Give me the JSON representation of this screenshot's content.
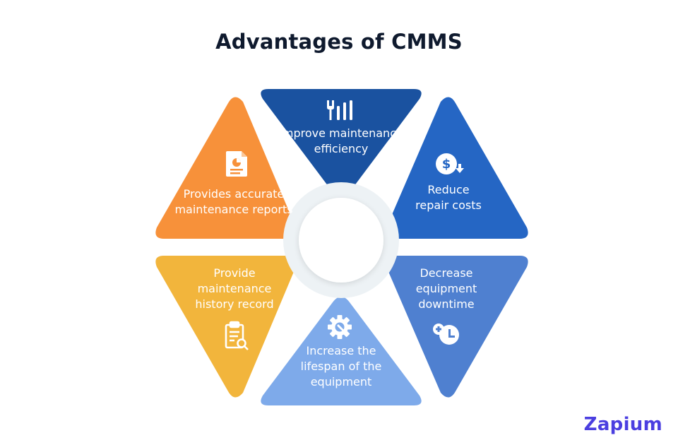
{
  "title": "Advantages of CMMS",
  "segments": [
    {
      "label": "Improve maintenance efficiency",
      "icon": "tools-icon",
      "color": "#1a52a0"
    },
    {
      "label": "Reduce repair costs",
      "icon": "dollar-down-icon",
      "color": "#2566c4"
    },
    {
      "label": "Decrease equipment downtime",
      "icon": "clock-icon",
      "color": "#4f80d0"
    },
    {
      "label": "Increase the lifespan of the equipment",
      "icon": "gear-icon",
      "color": "#7eaaea"
    },
    {
      "label": "Provide maintenance history record",
      "icon": "clipboard-icon",
      "color": "#f2b53c"
    },
    {
      "label": "Provides accurate maintenance reports",
      "icon": "report-icon",
      "color": "#f7913a"
    }
  ],
  "logo": "Zapium"
}
